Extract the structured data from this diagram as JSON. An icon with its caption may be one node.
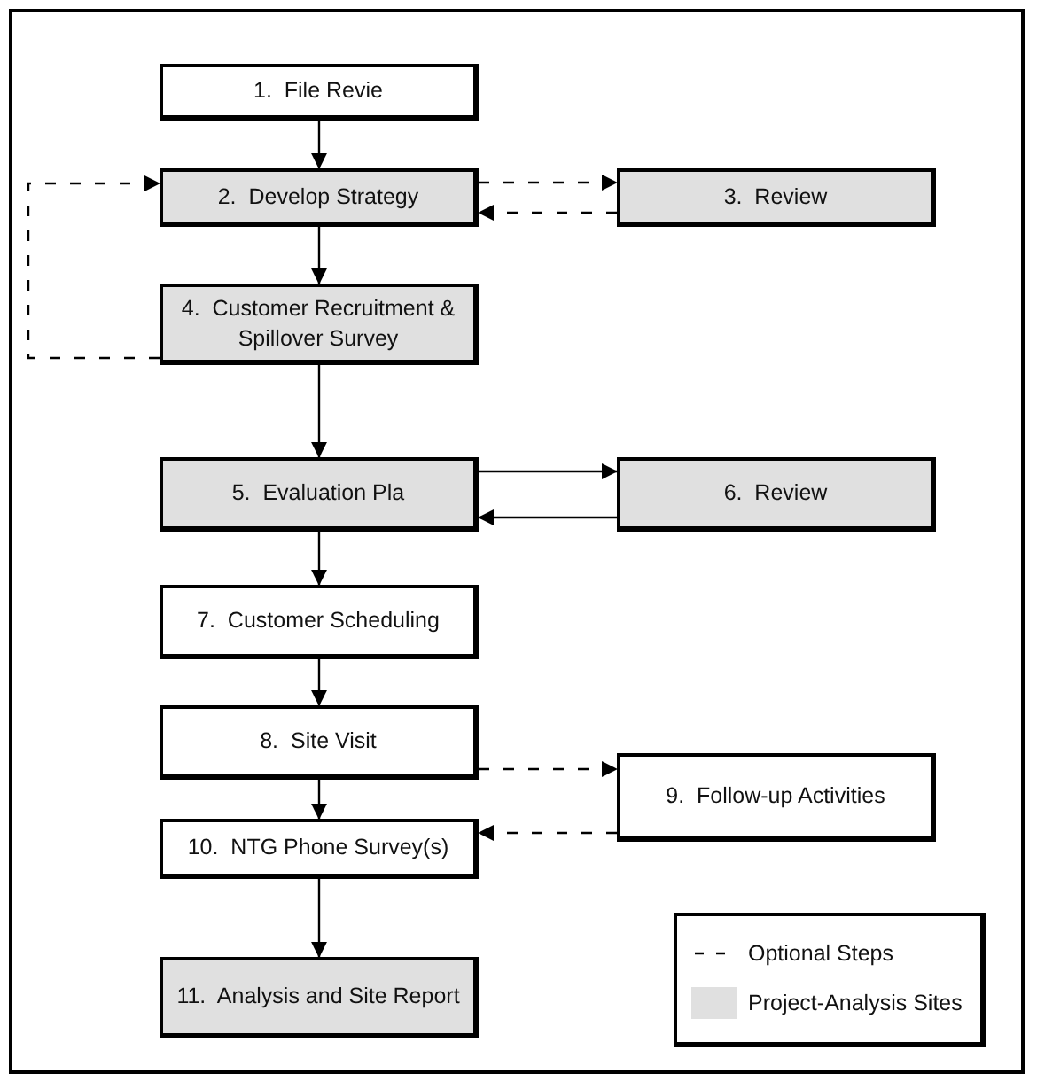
{
  "diagram": {
    "nodes": [
      {
        "text": [
          "1.  File Revie"
        ]
      },
      {
        "text": [
          "2.  Develop Strategy"
        ]
      },
      {
        "text": [
          "3.  Review"
        ]
      },
      {
        "text": [
          "4.  Customer Recruitment & Spillover Survey"
        ]
      },
      {
        "text": [
          "5.  Evaluation Pla"
        ]
      },
      {
        "text": [
          "6.  Review"
        ]
      },
      {
        "text": [
          "7.  Customer Scheduling"
        ]
      },
      {
        "text": [
          "8.  Site Visit"
        ]
      },
      {
        "text": [
          "9.  Follow-up Activities"
        ]
      },
      {
        "text": [
          "10.  NTG Phone Survey(s)"
        ]
      },
      {
        "text": [
          "11.  Analysis and Site Report"
        ]
      }
    ],
    "edges": [
      {
        "from": 0,
        "to": 1,
        "arrow": "to"
      },
      {
        "from": 1,
        "to": 2,
        "arrow": "to",
        "style": "dashed"
      },
      {
        "from": 2,
        "to": 1,
        "arrow": "to",
        "style": "dashed"
      },
      {
        "from": 1,
        "to": 3,
        "arrow": "to"
      },
      {
        "from": 3,
        "to": 1,
        "arrow": "to",
        "style": "dashed"
      },
      {
        "from": 3,
        "to": 4,
        "arrow": "to"
      },
      {
        "from": 4,
        "to": 5,
        "arrow": "to"
      },
      {
        "from": 5,
        "to": 4,
        "arrow": "to"
      },
      {
        "from": 4,
        "to": 6,
        "arrow": "to"
      },
      {
        "from": 6,
        "to": 7,
        "arrow": "to"
      },
      {
        "from": 7,
        "to": 8,
        "arrow": "to",
        "style": "dashed"
      },
      {
        "from": 8,
        "to": 9,
        "arrow": "to",
        "style": "dashed"
      },
      {
        "from": 7,
        "to": 9,
        "arrow": "to"
      },
      {
        "from": 9,
        "to": 10,
        "arrow": "to"
      }
    ],
    "legend": [
      {
        "text": "Optional Steps"
      },
      {
        "text": "Project-Analysis Sites",
        "color": "#e0e0e0"
      }
    ]
  }
}
